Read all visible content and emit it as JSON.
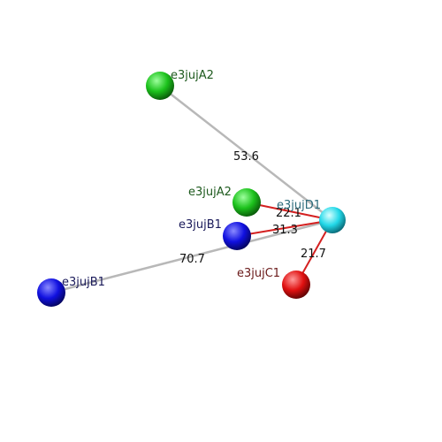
{
  "colors": {
    "green": "#1cc21c",
    "blue": "#1010e0",
    "red": "#e01010",
    "cyan": "#22d8e8",
    "bond_red": "#d42020",
    "bond_gray": "#b8b8b8"
  },
  "atoms": [
    {
      "id": "a1",
      "label": "e3jujA2",
      "color": "green",
      "label_color": "#1e5a1e"
    },
    {
      "id": "a2",
      "label": "e3jujA2",
      "color": "green",
      "label_color": "#1e5a1e"
    },
    {
      "id": "b1",
      "label": "e3jujB1",
      "color": "blue",
      "label_color": "#1a1a5a"
    },
    {
      "id": "b2",
      "label": "e3jujB1",
      "color": "blue",
      "label_color": "#1a1a5a"
    },
    {
      "id": "d1",
      "label": "e3jujD1",
      "color": "cyan",
      "label_color": "#2a6a7a"
    },
    {
      "id": "c1",
      "label": "e3jujC1",
      "color": "red",
      "label_color": "#6a1a1a"
    }
  ],
  "bonds": [
    {
      "from": "a1",
      "to": "d1",
      "distance": "53.6",
      "style": "gray"
    },
    {
      "from": "b2",
      "to": "d1",
      "distance": "70.7",
      "style": "gray"
    },
    {
      "from": "a2",
      "to": "d1",
      "distance": "22.1",
      "style": "red"
    },
    {
      "from": "b1",
      "to": "d1",
      "distance": "31.3",
      "style": "red"
    },
    {
      "from": "c1",
      "to": "d1",
      "distance": "21.7",
      "style": "red"
    }
  ]
}
